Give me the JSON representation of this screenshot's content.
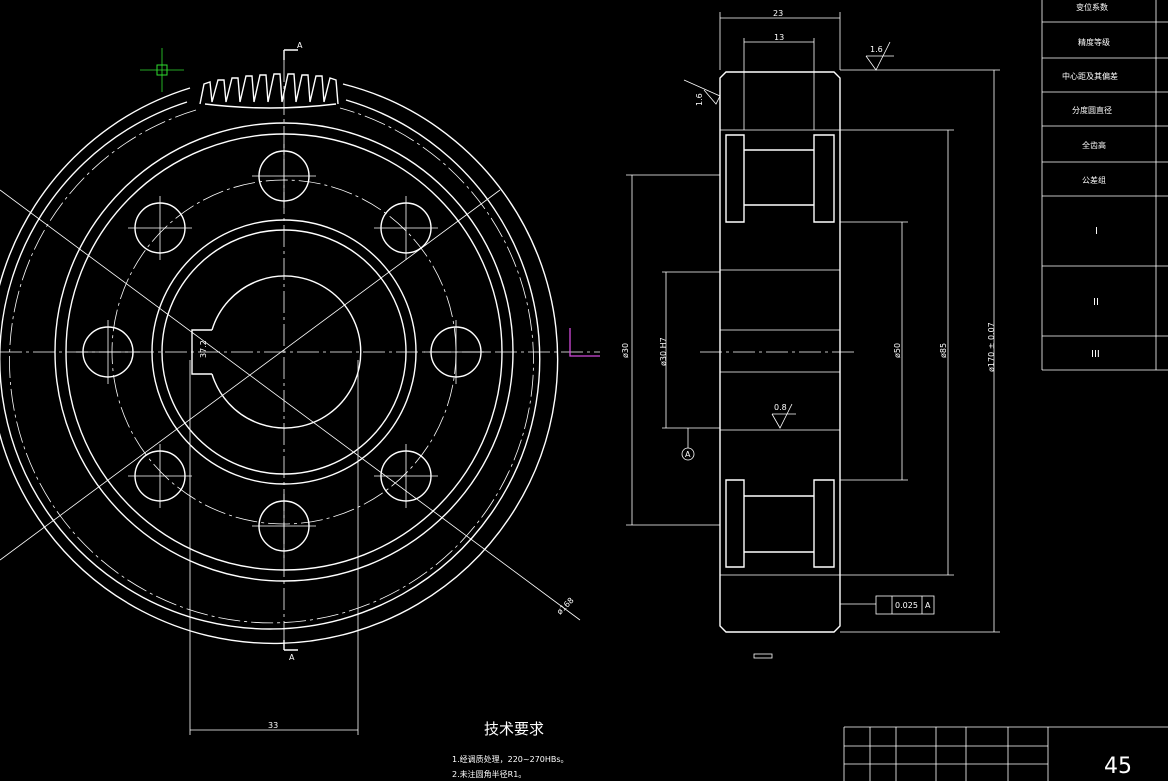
{
  "front_view": {
    "section_marker_top": "A",
    "section_marker_bottom": "A",
    "keyway_dim": "37.2",
    "hub_width_dim": "33",
    "pitch_circle_dim": "ø168"
  },
  "side_view": {
    "overall_width": "23",
    "web_width": "13",
    "roughness_top": "1.6",
    "roughness_left": "1.6",
    "roughness_bore": "0.8",
    "bore_dia": "ø30",
    "hub_dia_left": "ø30 H7",
    "hole_circle_dia": "ø50",
    "rim_inner_dia": "ø85",
    "tip_dia": "ø170 ± 0.07",
    "datum_label": "A",
    "runout_tol": "0.025",
    "runout_datum": "A"
  },
  "gear_table": {
    "rows": [
      "变位系数",
      "精度等级",
      "中心距及其偏差",
      "分度圆直径",
      "全齿高",
      "公差组",
      "I",
      "II",
      "III"
    ]
  },
  "tech_req": {
    "title": "技术要求",
    "items": [
      "1.经调质处理，220~270HBs。",
      "2.未注圆角半径R1。"
    ]
  },
  "title_block": {
    "material": "45"
  }
}
